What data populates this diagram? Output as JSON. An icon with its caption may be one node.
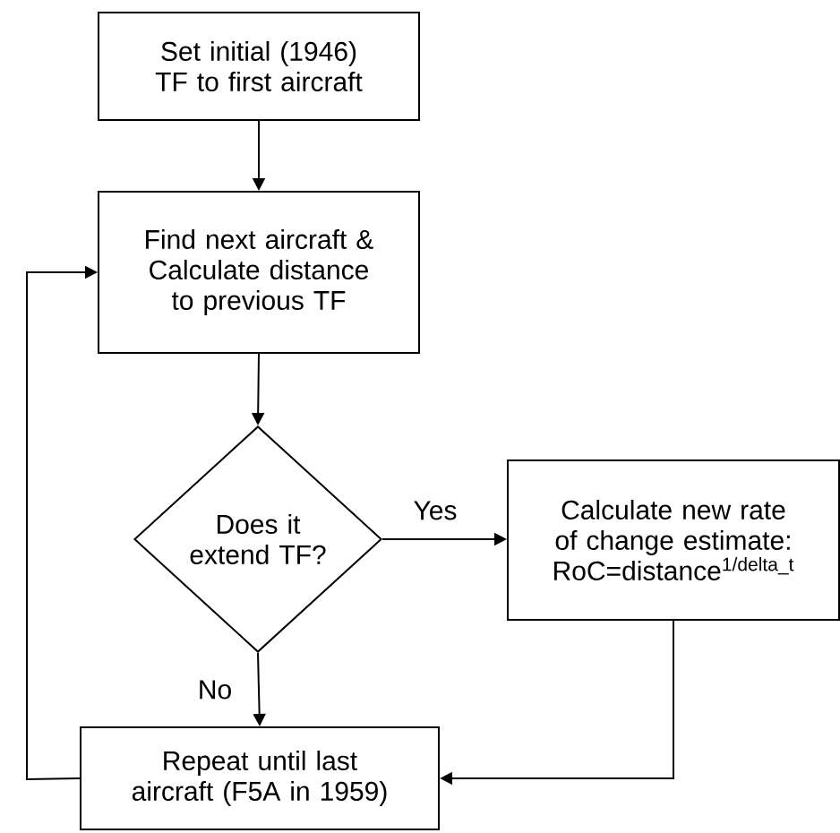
{
  "diagram": {
    "nodes": [
      {
        "text": [
          "Set initial (1946) TF to first aircraft"
        ]
      },
      {
        "text": [
          "Find next aircraft & Calculate distance to previous TF"
        ]
      },
      {
        "text": [
          "Does it extend TF?"
        ]
      },
      {
        "text": [
          "Calculate new rate of change estimate: RoC=distance$^{1/delta_t}$"
        ]
      },
      {
        "text": [
          "Repeat until last aircraft (F5A in 1959)"
        ]
      }
    ],
    "edges": [
      {
        "from": 0,
        "to": 1,
        "arrow": "to"
      },
      {
        "from": 1,
        "to": 2,
        "arrow": "to"
      },
      {
        "from": 2,
        "to": 3,
        "arrow": "to",
        "label": "Yes"
      },
      {
        "from": 2,
        "to": 4,
        "arrow": "to",
        "label": "No"
      },
      {
        "from": 3,
        "to": 4,
        "arrow": "to"
      },
      {
        "from": 4,
        "to": 1,
        "arrow": "to"
      }
    ]
  }
}
